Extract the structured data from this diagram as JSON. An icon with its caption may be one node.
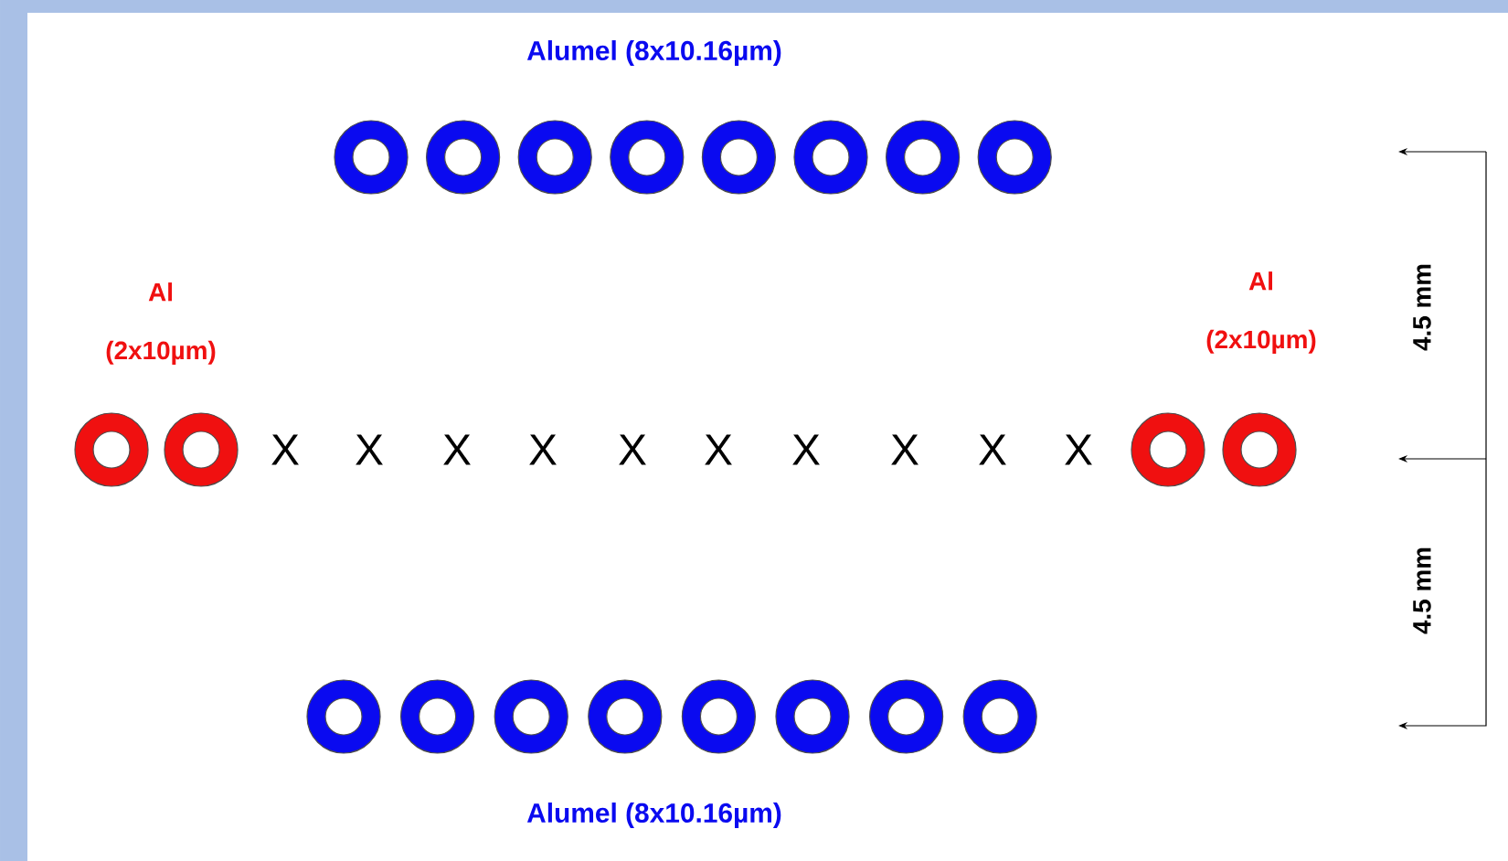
{
  "diagram": {
    "labels": [
      "Alumel (8x10.16µm)",
      "Al (2x10µm)",
      "Al (2x10µm)",
      "X",
      "X",
      "X",
      "X",
      "X",
      "X",
      "X",
      "X",
      "X",
      "X",
      "4.5 mm",
      "4.5 mm",
      "Alumel (8x10.16µm)"
    ]
  }
}
